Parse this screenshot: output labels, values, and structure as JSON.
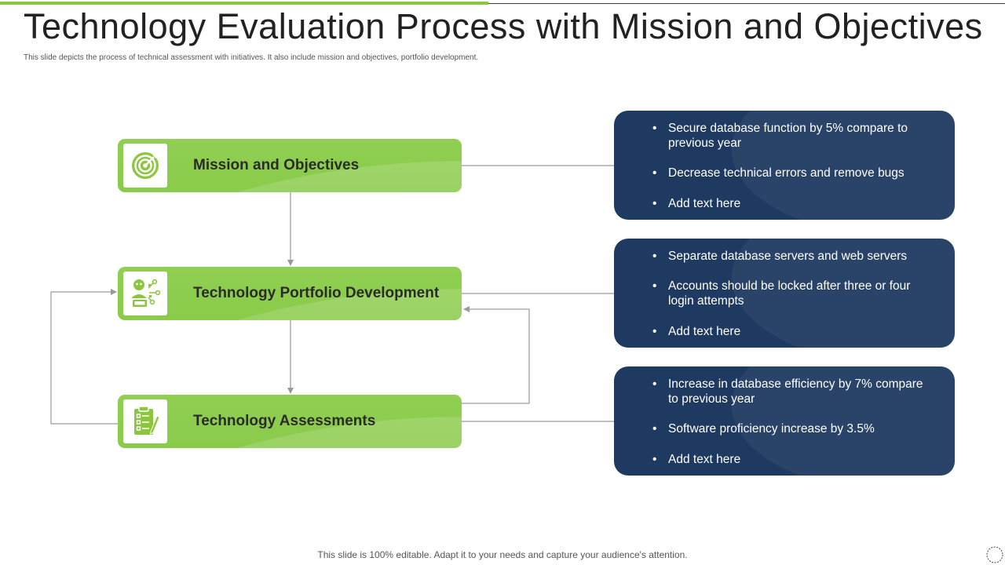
{
  "title": "Technology Evaluation Process with Mission and Objectives",
  "subtitle": "This slide depicts the process of technical assessment with initiatives. It also include mission and objectives, portfolio development.",
  "steps": [
    {
      "label": "Mission and Objectives",
      "icon": "target-icon"
    },
    {
      "label": "Technology Portfolio Development",
      "icon": "developer-icon"
    },
    {
      "label": "Technology Assessments",
      "icon": "clipboard-checklist-icon"
    }
  ],
  "panels": [
    {
      "items": [
        "Secure database function by 5% compare to previous year",
        "Decrease technical errors and remove bugs",
        "Add text here"
      ]
    },
    {
      "items": [
        "Separate database servers and web servers",
        "Accounts should be locked after three or four login attempts",
        "Add text here"
      ]
    },
    {
      "items": [
        "Increase  in database efficiency by 7% compare to previous year",
        "Software proficiency increase by 3.5%",
        "Add text here"
      ]
    }
  ],
  "footer": "This slide is 100% editable. Adapt it to your needs and capture your audience's attention.",
  "colors": {
    "green": "#8cc63f",
    "navy": "#1e3a60",
    "connector": "#9a9a9a"
  }
}
